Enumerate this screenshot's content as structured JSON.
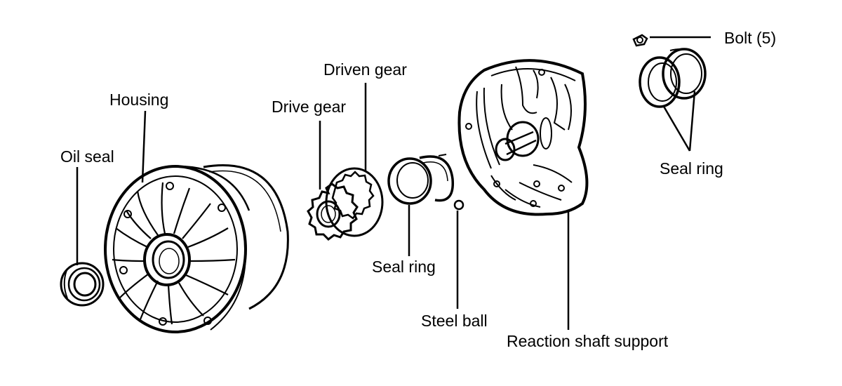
{
  "diagram": {
    "labels": {
      "housing": "Housing",
      "oil_seal": "Oil seal",
      "drive_gear": "Drive gear",
      "driven_gear": "Driven gear",
      "seal_ring_center": "Seal ring",
      "steel_ball": "Steel ball",
      "reaction_shaft_support": "Reaction shaft support",
      "bolt": "Bolt (5)",
      "seal_ring_right": "Seal ring"
    }
  }
}
